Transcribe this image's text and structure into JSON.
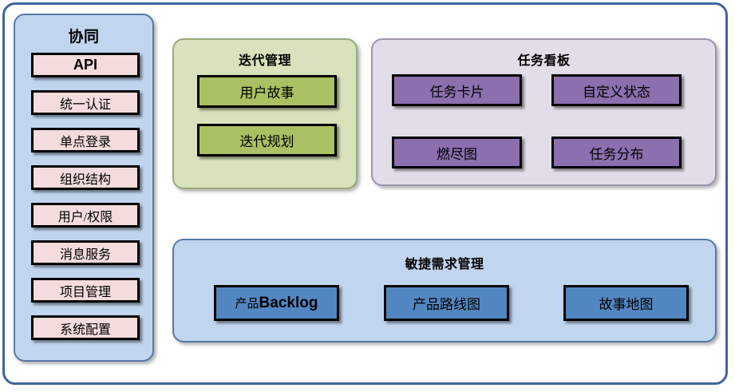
{
  "diagram": {
    "title_semantic": "agile-collaboration-platform-architecture",
    "colors": {
      "frame_border": "#41659b",
      "collab_panel_bg": "#c1d5ef",
      "collab_panel_border": "#5878a8",
      "iteration_panel_bg": "#d8e3bd",
      "iteration_panel_border": "#9aa97c",
      "taskboard_panel_bg": "#e3dde9",
      "taskboard_panel_border": "#9d93ab",
      "agile_panel_bg": "#c1d5ef",
      "agile_panel_border": "#5878a8",
      "pink_box": "#f3dcdb",
      "green_box": "#a9c162",
      "purple_box": "#8b6fae",
      "blue_box": "#5286c0",
      "box_border": "#000000"
    }
  },
  "collaboration": {
    "title": "协同",
    "items": [
      {
        "label": "API",
        "style": "bold-sans"
      },
      {
        "label": "统一认证",
        "style": "serif"
      },
      {
        "label": "单点登录",
        "style": "serif"
      },
      {
        "label": "组织结构",
        "style": "serif"
      },
      {
        "label": "用户/权限",
        "style": "serif-slash"
      },
      {
        "label": "消息服务",
        "style": "serif"
      },
      {
        "label": "项目管理",
        "style": "serif"
      },
      {
        "label": "系统配置",
        "style": "serif"
      }
    ]
  },
  "iteration": {
    "title": "迭代管理",
    "items": [
      {
        "label": "用户故事"
      },
      {
        "label": "迭代规划"
      }
    ]
  },
  "taskboard": {
    "title": "任务看板",
    "items": [
      {
        "label": "任务卡片"
      },
      {
        "label": "自定义状态"
      },
      {
        "label": "燃尽图"
      },
      {
        "label": "任务分布"
      }
    ]
  },
  "agile": {
    "title": "敏捷需求管理",
    "items": [
      {
        "label": "产品Backlog",
        "cn": "产品",
        "en": "Backlog"
      },
      {
        "label": "产品路线图"
      },
      {
        "label": "故事地图"
      }
    ]
  }
}
